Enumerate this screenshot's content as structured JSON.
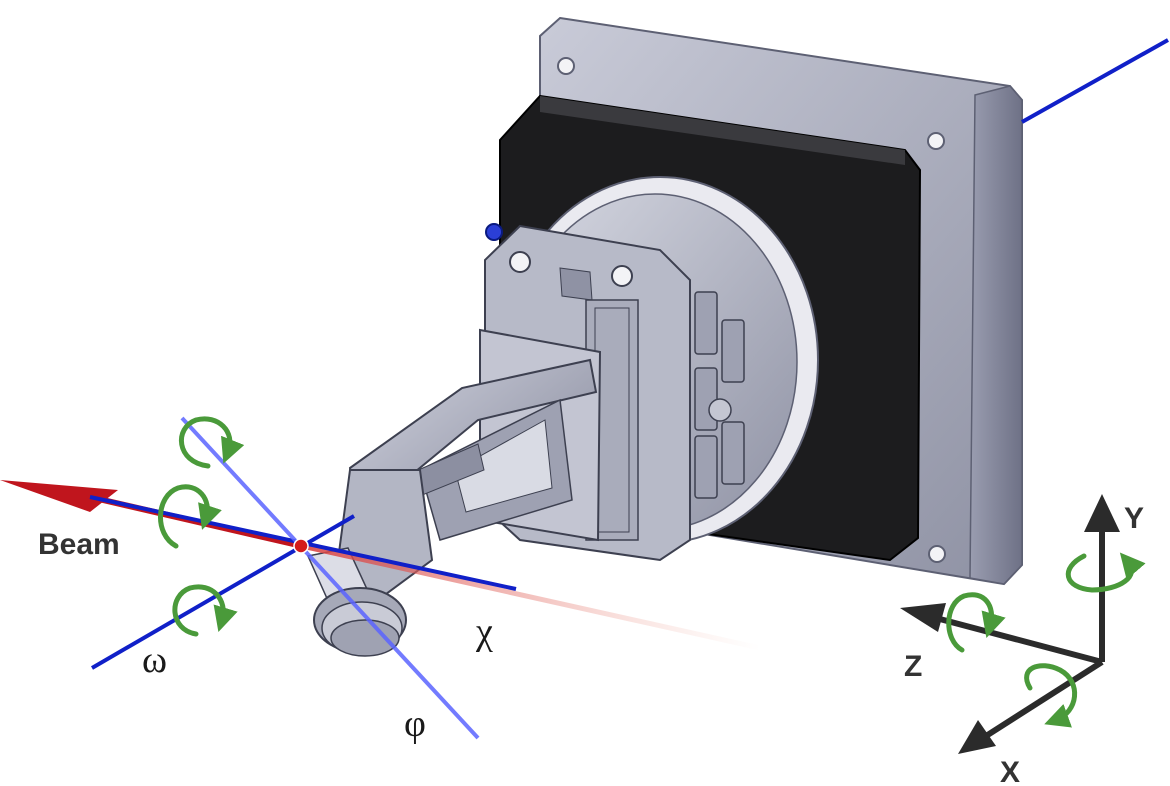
{
  "labels": {
    "beam": "Beam",
    "omega": "ω",
    "chi": "χ",
    "phi": "φ",
    "axis_x": "X",
    "axis_y": "Y",
    "axis_z": "Z"
  },
  "colors": {
    "beam_arrow": "#c0151d",
    "goniometer_axis": "#1020c8",
    "phi_axis": "#5a64ff",
    "rotation_arrow": "#4a9a3a",
    "coordinate_axes": "#2b2b2b",
    "housing_face": "#b9bccb",
    "housing_front_block": "#1c1c1e",
    "metal_parts": "#a7aab7"
  },
  "icons": {
    "beam": "beam-arrow-icon",
    "rotation": "rotation-arrow-icon",
    "sample": "sample-position-icon"
  }
}
